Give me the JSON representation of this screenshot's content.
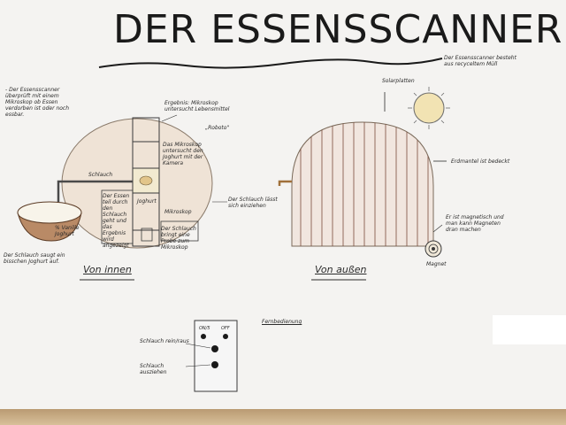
{
  "title": "DER ESSENSSCANNER",
  "notes": {
    "top_left": "- Der Essensscanner überprüft mit einem Mikroskop ob Essen verdorben ist oder noch essbar.",
    "top_right": "Der Essensscanner besteht aus recyceltem Müll",
    "ergebnis": "Ergebnis: Mikroskop untersucht Lebensmittel",
    "ergebnis_sub": "„Roboto\"",
    "mikroskop_saugt": "Das Mikroskop untersucht den Joghurt mit der Kamera",
    "schlauch": "Schlauch",
    "essen_teil": "Der Essen teil durch den Schlauch geht und das Ergebnis wird angezeigt",
    "mikroskop": "Mikroskop",
    "schlauch_zurueck": "Der Schlauch bringt eine Probe zum Mikroskop",
    "joghurt": "Joghurt",
    "prozent_joghurt": "% Vanille Joghurt",
    "schlauch_saugt": "Der Schlauch saugt ein bisschen Joghurt auf.",
    "schlauch_lasst": "Der Schlauch lässt sich einziehen",
    "solarplatten": "Solarplatten",
    "erdmantel": "Erdmantel ist bedeckt",
    "magnete_text": "Er ist magnetisch und man kann Magneten dran machen",
    "magnet": "Magnet",
    "fernbedienung": "Fernbedienung",
    "schlauch_raus": "Schlauch rein/raus",
    "schlauch_ausziehen": "Schlauch ausziehen",
    "remote_left": "ON/5",
    "remote_right": "OFF"
  },
  "captions": {
    "inside": "Von innen",
    "outside": "Von außen"
  },
  "colors": {
    "paper": "#f4f3f1",
    "pencil": "#2b2b2b",
    "scanner_fill": "#efe6da",
    "bowl": "#8a5a3c",
    "sun": "#f2e3b3",
    "remote": "#f6f6f6"
  }
}
